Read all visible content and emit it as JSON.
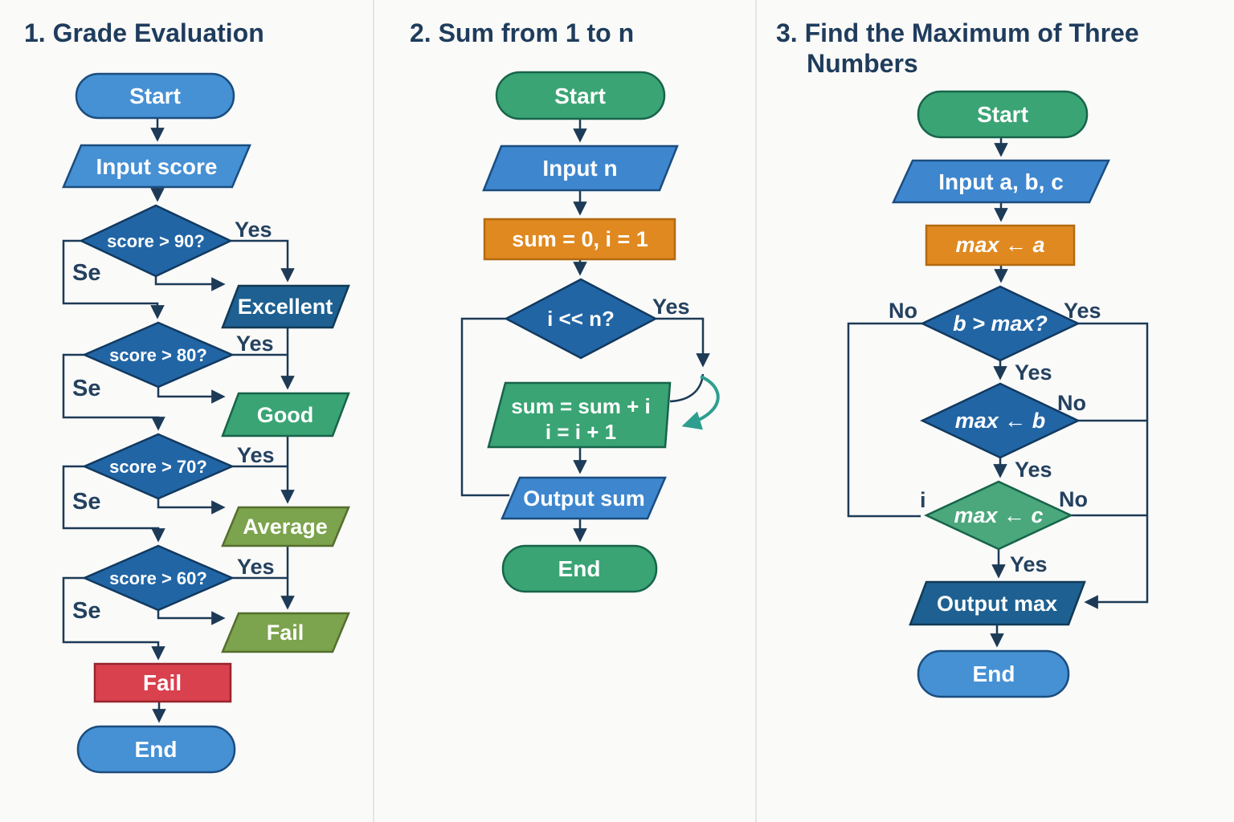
{
  "colors": {
    "background": "#fafaf9",
    "divider": "#e3e6e6",
    "title_text": "#1f3c5c",
    "line": "#1d3a56",
    "edge_label_text": "#24415f",
    "node_text": "#ffffff",
    "blue": "#4690d4",
    "process_blue": "#3e87cf",
    "dark_blue": "#1d6091",
    "diamond_blue": "#2165a5",
    "green": "#3aa474",
    "light_green": "#4aa87c",
    "olive": "#7ca34d",
    "orange": "#e08920",
    "red": "#d8414d",
    "teal": "#2e9e8f"
  },
  "charts": [
    {
      "title": "1. Grade Evaluation",
      "nodes": {
        "start": "Start",
        "input": "Input score",
        "d1": "score > 90?",
        "d2": "score > 80?",
        "d3": "score > 70?",
        "d4": "score > 60?",
        "result1": "Excellent",
        "result2": "Good",
        "result3": "Average",
        "result4": "Fail",
        "fail": "Fail",
        "end": "End"
      },
      "labels": {
        "yes1": "Yes",
        "yes2": "Yes",
        "yes3": "Yes",
        "yes4": "Yes",
        "no1": "Se",
        "no2": "Se",
        "no3": "Se",
        "no4": "Se"
      }
    },
    {
      "title": "2. Sum from 1 to n",
      "nodes": {
        "start": "Start",
        "input": "Input n",
        "init": "sum = 0, i = 1",
        "cond": "i << n?",
        "body_line1": "sum = sum + i",
        "body_line2": "i = i + 1",
        "output": "Output sum",
        "end": "End"
      },
      "labels": {
        "yes": "Yes"
      }
    },
    {
      "title_line1": "3. Find the Maximum of Three",
      "title_line2": "Numbers",
      "nodes": {
        "start": "Start",
        "input": "Input a, b, c",
        "assign": "max ← a",
        "d1": "b > max?",
        "d2": "max ← b",
        "d3": "max ← c",
        "output": "Output max",
        "end": "End"
      },
      "labels": {
        "d1_no": "No",
        "d1_yes": "Yes",
        "mid1_yes": "Yes",
        "d2_no": "No",
        "mid2_yes": "Yes",
        "d3_no": "No",
        "mid3_yes": "Yes",
        "i": "i"
      }
    }
  ]
}
